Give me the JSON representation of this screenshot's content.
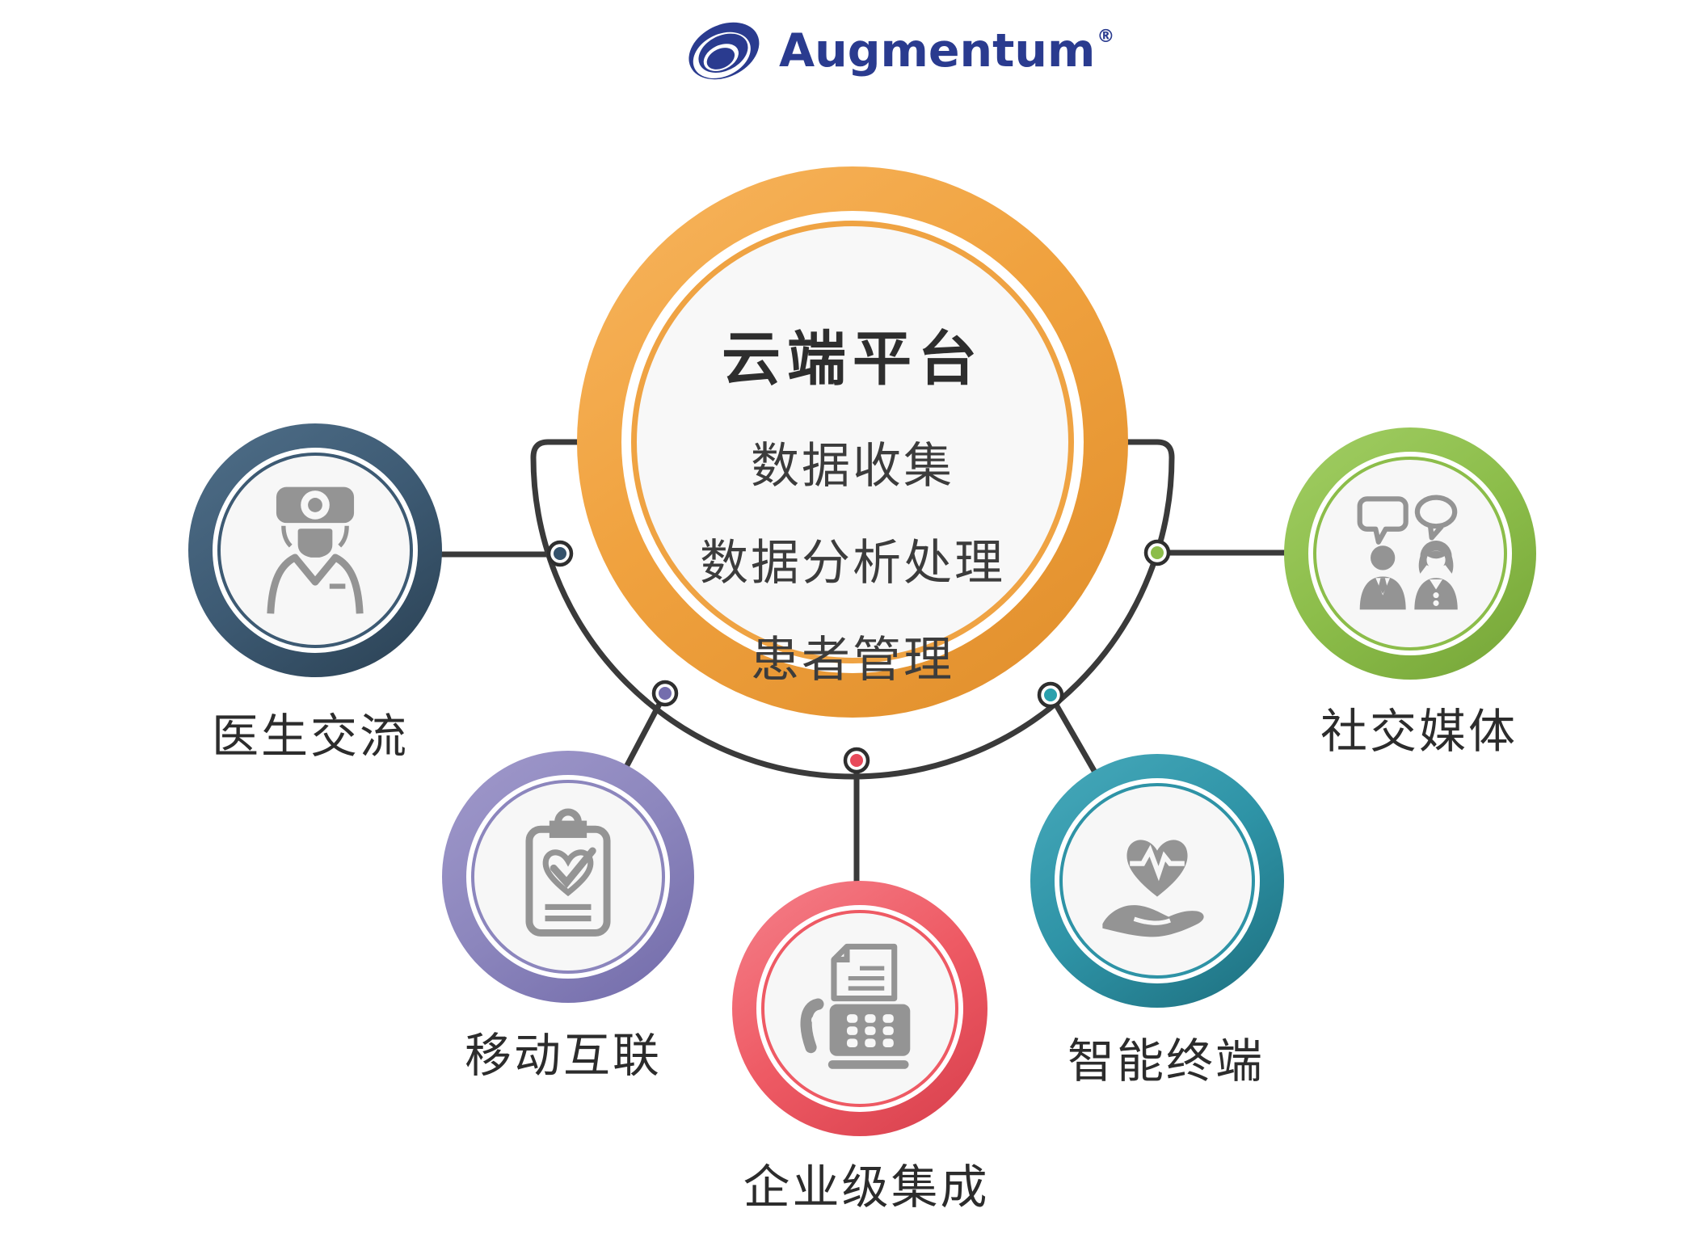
{
  "logo": {
    "name": "Augmentum",
    "registered_mark": "®",
    "brand_color": "#2a3b8f",
    "icon": "swirl-shell-icon"
  },
  "center_platform": {
    "title": "云端平台",
    "capabilities": [
      "数据收集",
      "数据分析处理",
      "患者管理"
    ],
    "ring_color": "#f0a23f"
  },
  "satellites": [
    {
      "label": "医生交流",
      "color": "#3d5a73",
      "icon": "doctor-icon"
    },
    {
      "label": "移动互联",
      "color": "#8c86bd",
      "icon": "clipboard-heart-icon"
    },
    {
      "label": "企业级集成",
      "color": "#ee5a64",
      "icon": "fax-machine-icon"
    },
    {
      "label": "智能终端",
      "color": "#2e93a6",
      "icon": "heart-ekg-hand-icon"
    },
    {
      "label": "社交媒体",
      "color": "#8cbd4a",
      "icon": "people-chat-icon"
    }
  ],
  "connector_color": "#3a3a3a",
  "icon_color": "#949494"
}
